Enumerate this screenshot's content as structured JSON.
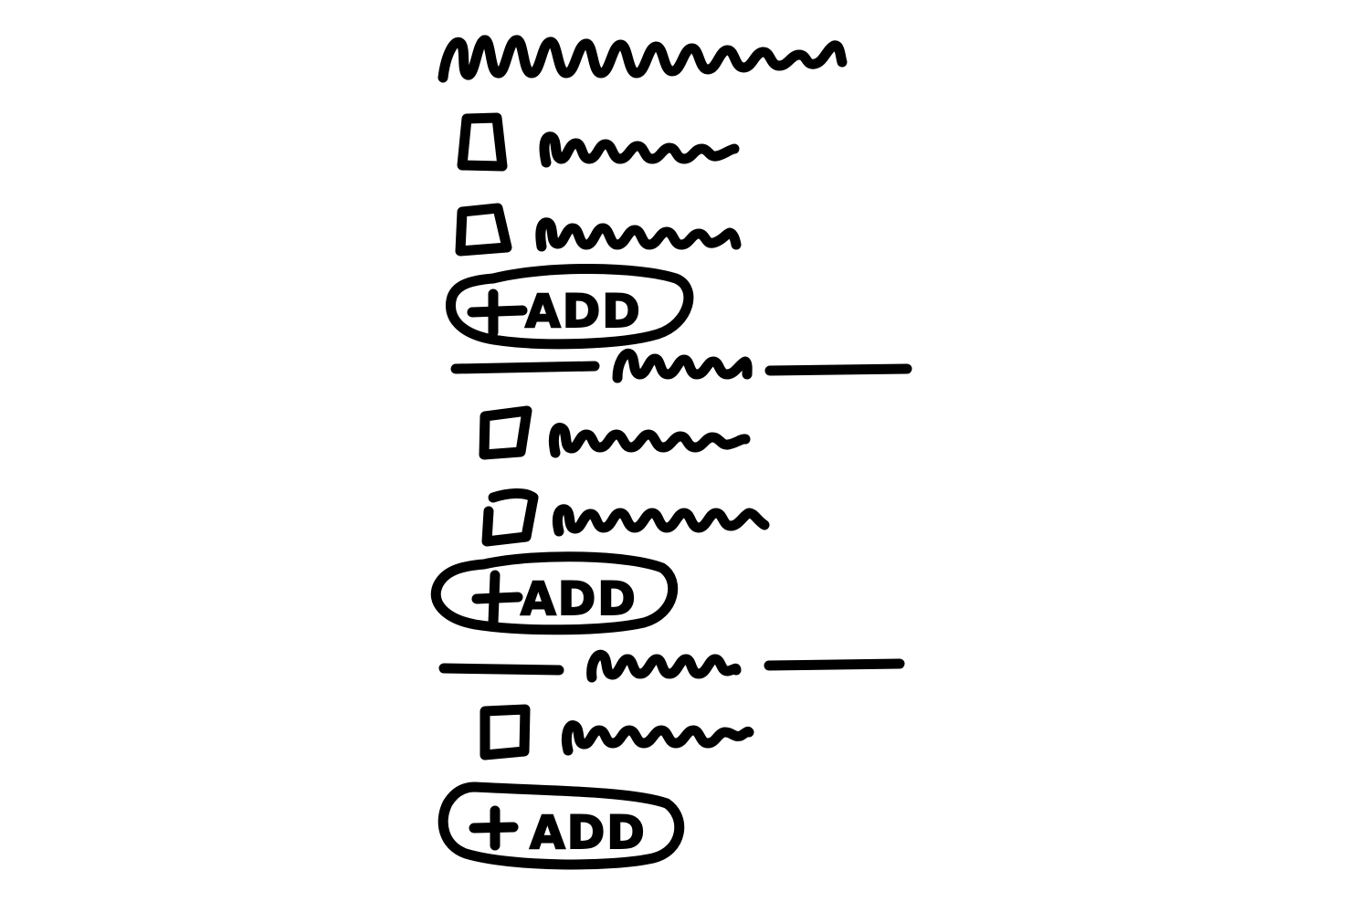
{
  "colors": {
    "ink": "#000000",
    "paper": "#ffffff"
  },
  "title": {
    "kind": "squiggle-placeholder"
  },
  "sections": [
    {
      "divider": false,
      "items": [
        {
          "checked": false,
          "label_kind": "squiggle-placeholder"
        },
        {
          "checked": false,
          "label_kind": "squiggle-placeholder"
        }
      ],
      "add_button": {
        "icon": "plus-icon",
        "label": "ADD"
      }
    },
    {
      "divider": true,
      "heading_kind": "squiggle-placeholder",
      "items": [
        {
          "checked": false,
          "label_kind": "squiggle-placeholder"
        },
        {
          "checked": false,
          "label_kind": "squiggle-placeholder"
        }
      ],
      "add_button": {
        "icon": "plus-icon",
        "label": "ADD"
      }
    },
    {
      "divider": true,
      "heading_kind": "squiggle-placeholder",
      "items": [
        {
          "checked": false,
          "label_kind": "squiggle-placeholder"
        }
      ],
      "add_button": {
        "icon": "plus-icon",
        "label": "ADD"
      }
    }
  ]
}
